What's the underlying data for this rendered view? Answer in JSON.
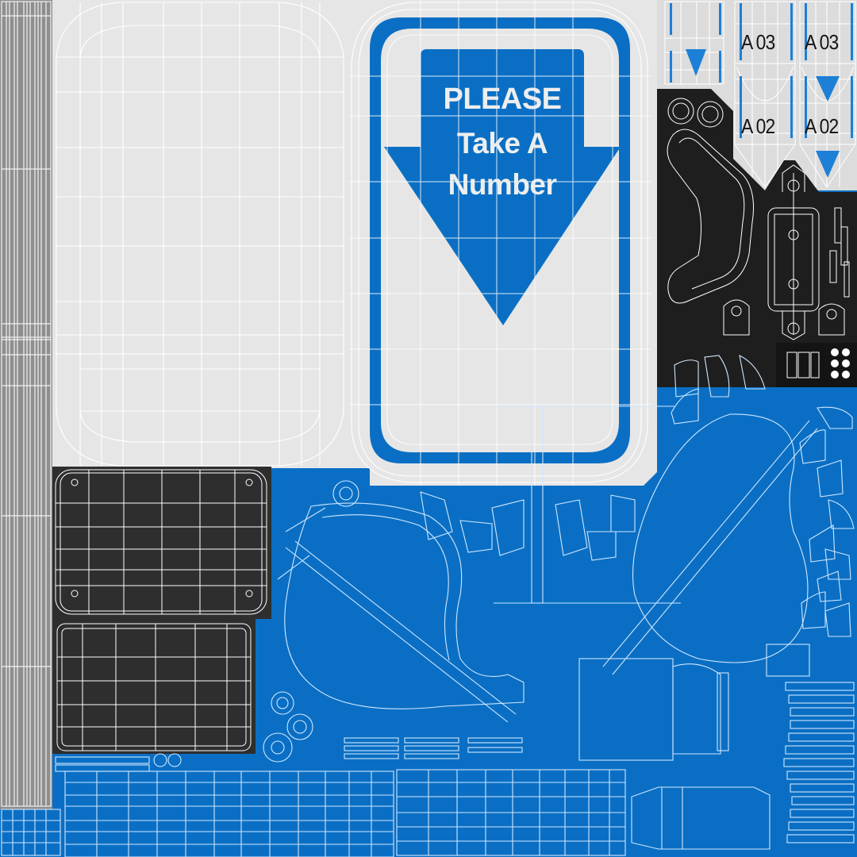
{
  "texture": {
    "description": "UV texture atlas with wireframe overlay",
    "colors": {
      "blue": "#0a6fc4",
      "light_gray": "#e6e6e6",
      "dark_gray": "#2c2c2c",
      "black": "#1b1b1b",
      "strip_gray": "#8e8e8e",
      "wire": "#ffffff"
    }
  },
  "sign": {
    "line1": "PLEASE",
    "line2": "Take A",
    "line3": "Number"
  },
  "number_tags": [
    {
      "label": "A 03"
    },
    {
      "label": "A 03"
    },
    {
      "label": "A 02"
    },
    {
      "label": "A 02"
    }
  ]
}
